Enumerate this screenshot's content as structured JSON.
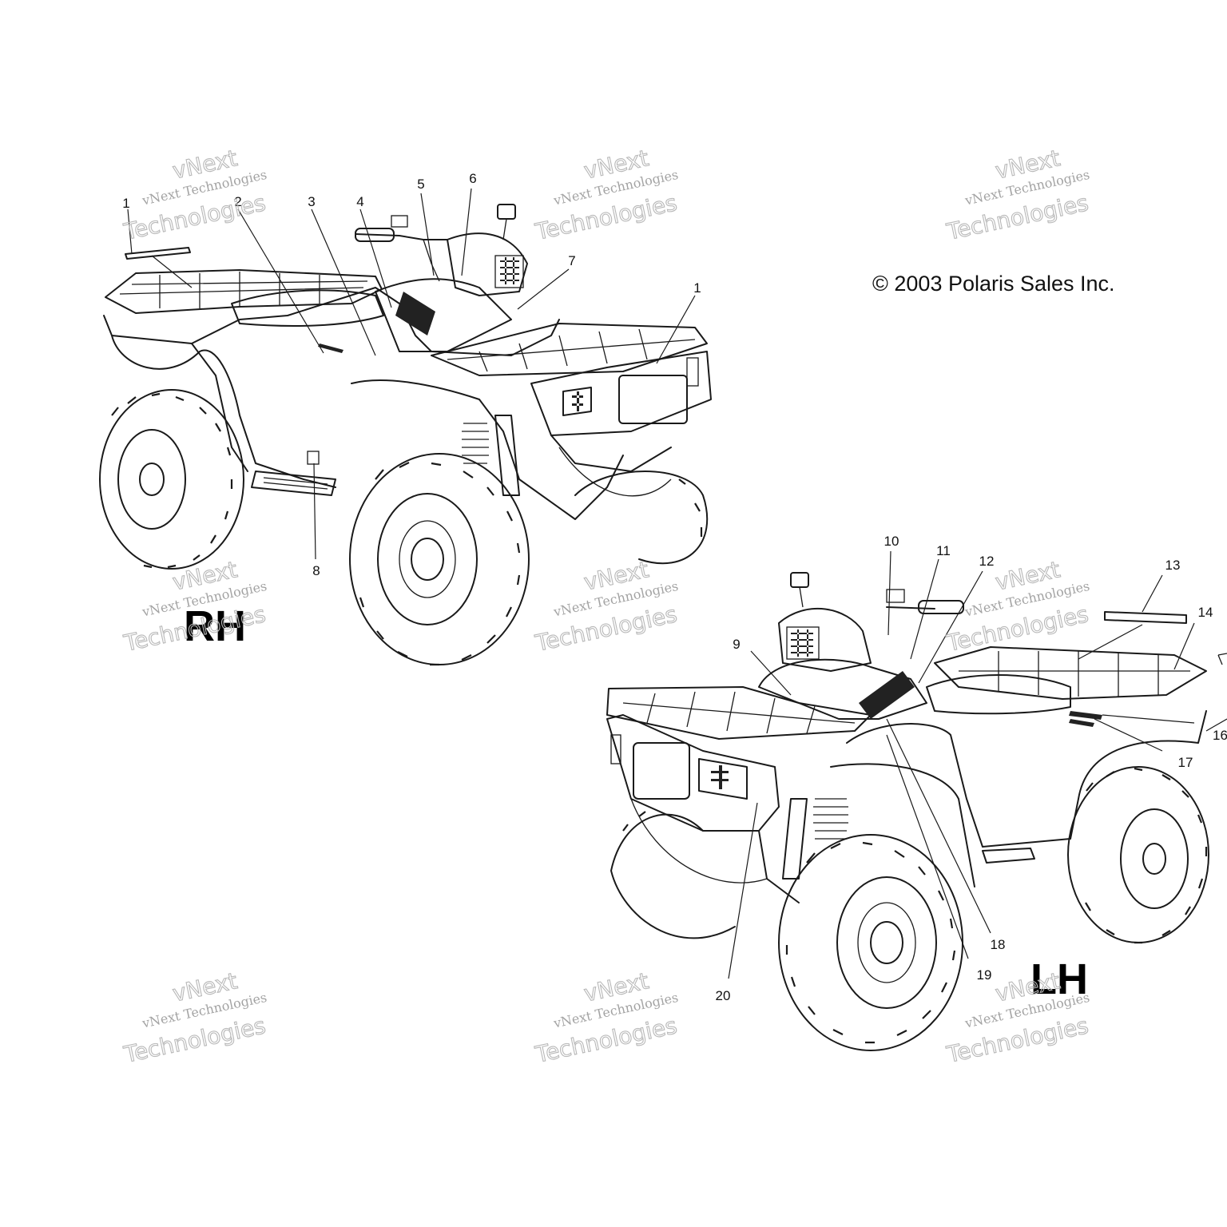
{
  "copyright": "© 2003 Polaris Sales Inc.",
  "views": {
    "rh": {
      "label": "RH"
    },
    "lh": {
      "label": "LH"
    }
  },
  "callouts": [
    "1",
    "2",
    "3",
    "4",
    "5",
    "6",
    "7",
    "1",
    "8",
    "9",
    "10",
    "11",
    "12",
    "13",
    "14",
    "16",
    "17",
    "18",
    "19",
    "20"
  ],
  "watermark": {
    "top_word": "vNext",
    "line": "vNext Technologies",
    "big_word": "Technologies"
  }
}
